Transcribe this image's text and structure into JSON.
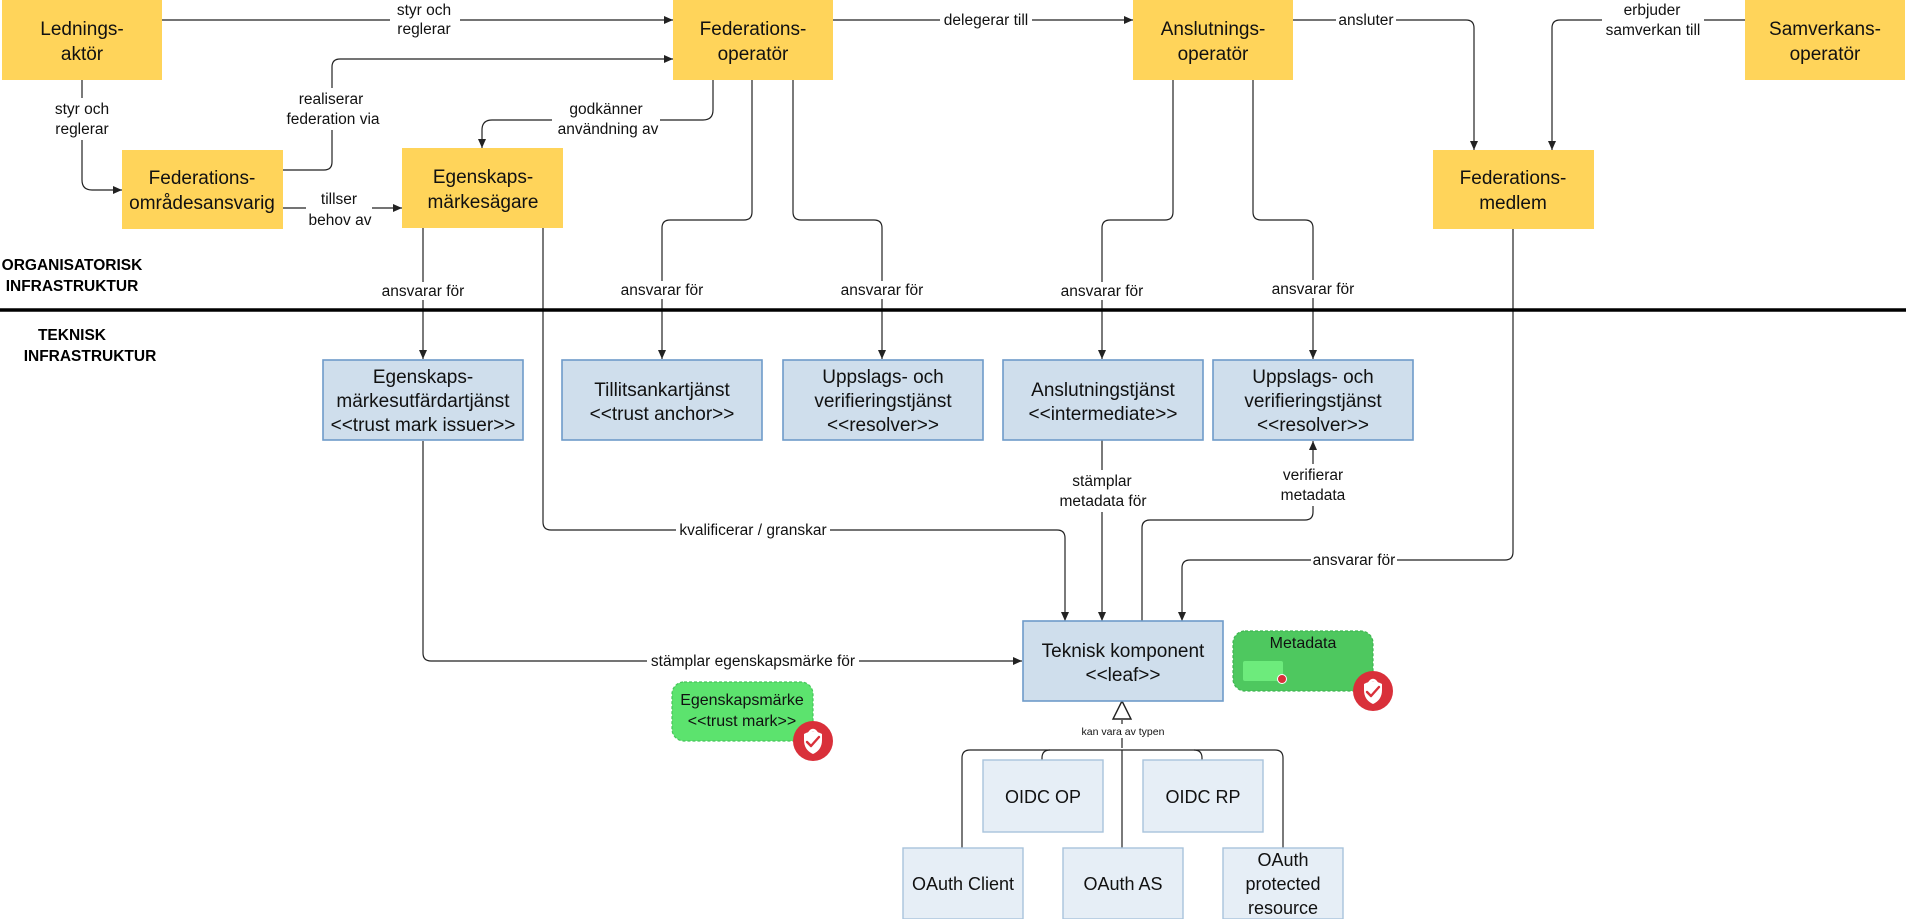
{
  "sections": {
    "org_line1": "ORGANISATORISK",
    "org_line2": "INFRASTRUKTUR",
    "tech_line1": "TEKNISK",
    "tech_line2": "INFRASTRUKTUR"
  },
  "nodes": {
    "ledningsaktor": [
      "Lednings-",
      "aktör"
    ],
    "federationsoperator": [
      "Federations-",
      "operatör"
    ],
    "anslutningsoperator": [
      "Anslutnings-",
      "operatör"
    ],
    "samverkansoperator": [
      "Samverkans-",
      "operatör"
    ],
    "federationsomradesansvarig": [
      "Federations-",
      "områdesansvarig"
    ],
    "egenskapsmarkesagare": [
      "Egenskaps-",
      "märkesägare"
    ],
    "federationsmedlem": [
      "Federations-",
      "medlem"
    ],
    "tm_issuer": [
      "Egenskaps-",
      "märkesutfärdartjänst",
      "<<trust mark issuer>>"
    ],
    "trust_anchor": [
      "Tillitsankartjänst",
      "<<trust anchor>>"
    ],
    "resolver1": [
      "Uppslags- och",
      "verifieringstjänst",
      "<<resolver>>"
    ],
    "intermediate": [
      "Anslutningstjänst",
      "<<intermediate>>"
    ],
    "resolver2": [
      "Uppslags- och",
      "verifieringstjänst",
      "<<resolver>>"
    ],
    "leaf": [
      "Teknisk komponent",
      "<<leaf>>"
    ],
    "oidc_op": [
      "OIDC OP"
    ],
    "oidc_rp": [
      "OIDC RP"
    ],
    "oauth_client": [
      "OAuth Client"
    ],
    "oauth_as": [
      "OAuth AS"
    ],
    "oauth_pr": [
      "OAuth",
      "protected",
      "resource"
    ]
  },
  "edges": {
    "styr_top": [
      "styr och",
      "reglerar"
    ],
    "delegerar": [
      "delegerar till"
    ],
    "ansluter": [
      "ansluter"
    ],
    "erbjuder": [
      "erbjuder",
      "samverkan till"
    ],
    "styr_left": [
      "styr och",
      "reglerar"
    ],
    "realiserar": [
      "realiserar",
      "federation via"
    ],
    "godkanner": [
      "godkänner",
      "användning av"
    ],
    "tillser": [
      "tillser",
      "behov av"
    ],
    "ansvarar1": [
      "ansvarar för"
    ],
    "ansvarar2": [
      "ansvarar för"
    ],
    "ansvarar3": [
      "ansvarar för"
    ],
    "ansvarar4": [
      "ansvarar för"
    ],
    "ansvarar5": [
      "ansvarar för"
    ],
    "stamplar_meta": [
      "stämplar",
      "metadata för"
    ],
    "verifierar": [
      "verifierar",
      "metadata"
    ],
    "kvalificerar": [
      "kvalificerar / granskar"
    ],
    "ansvarar6": [
      "ansvarar för"
    ],
    "stamplar_em": [
      "stämplar egenskapsmärke för"
    ],
    "kan_vara": [
      "kan vara av typen"
    ]
  },
  "badges": {
    "trust_mark": [
      "Egenskapsmärke",
      "<<trust mark>>"
    ],
    "metadata": [
      "Metadata"
    ]
  },
  "colors": {
    "org_fill": "#FFD45A",
    "tech_fill": "#CFDEEC",
    "tech_stroke": "#6E9BC9",
    "badge_green": "#5CD96B",
    "seal_red": "#D9303A"
  },
  "icons": {
    "seal": "seal-check-icon"
  }
}
